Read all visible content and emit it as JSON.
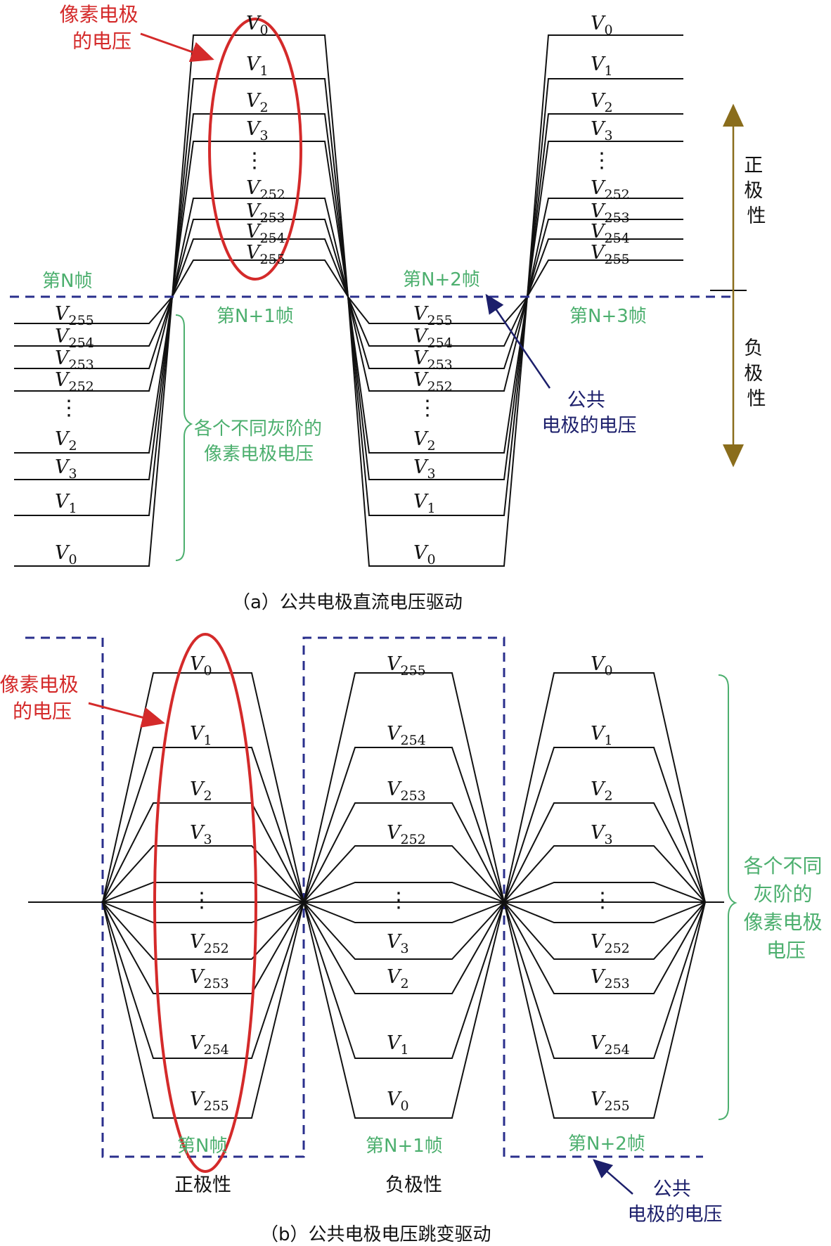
{
  "colors": {
    "wave": "#111111",
    "pixel_voltage": "#d42a2a",
    "grayscale_label": "#4caf6e",
    "common_electrode": "#2a2f8c",
    "polarity_arrow": "#8a6d1c"
  },
  "panel_a": {
    "caption": "（a）公共电极直流电压驱动",
    "pixel_voltage_label_line1": "像素电极",
    "pixel_voltage_label_line2": "的电压",
    "frame_labels": [
      "第N帧",
      "第N+1帧",
      "第N+2帧",
      "第N+3帧"
    ],
    "grayscale_label_line1": "各个不同灰阶的",
    "grayscale_label_line2": "像素电极电压",
    "common_label_line1": "公共",
    "common_label_line2": "电极的电压",
    "positive_polarity": [
      "正",
      "极",
      "性"
    ],
    "negative_polarity": [
      "负",
      "极",
      "性"
    ],
    "positive_levels": [
      {
        "base": "V",
        "sub": "0"
      },
      {
        "base": "V",
        "sub": "1"
      },
      {
        "base": "V",
        "sub": "2"
      },
      {
        "base": "V",
        "sub": "3"
      },
      {
        "base": "V",
        "sub": "252"
      },
      {
        "base": "V",
        "sub": "253"
      },
      {
        "base": "V",
        "sub": "254"
      },
      {
        "base": "V",
        "sub": "255"
      }
    ],
    "negative_levels": [
      {
        "base": "V",
        "sub": "255"
      },
      {
        "base": "V",
        "sub": "254"
      },
      {
        "base": "V",
        "sub": "253"
      },
      {
        "base": "V",
        "sub": "252"
      },
      {
        "base": "V",
        "sub": "2"
      },
      {
        "base": "V",
        "sub": "3"
      },
      {
        "base": "V",
        "sub": "1"
      },
      {
        "base": "V",
        "sub": "0"
      }
    ],
    "ellipsis": "⋮"
  },
  "panel_b": {
    "caption": "（b）公共电极电压跳变驱动",
    "pixel_voltage_label_line1": "像素电极",
    "pixel_voltage_label_line2": "的电压",
    "frame_labels": [
      "第N帧",
      "第N+1帧",
      "第N+2帧"
    ],
    "polarity_labels": [
      "正极性",
      "负极性"
    ],
    "grayscale_label": [
      "各个不同",
      "灰阶的",
      "像素电极",
      "电压"
    ],
    "common_label_line1": "公共",
    "common_label_line2": "电极的电压",
    "frame_positive_levels": [
      {
        "base": "V",
        "sub": "0"
      },
      {
        "base": "V",
        "sub": "1"
      },
      {
        "base": "V",
        "sub": "2"
      },
      {
        "base": "V",
        "sub": "3"
      },
      {
        "base": "V",
        "sub": "252"
      },
      {
        "base": "V",
        "sub": "253"
      },
      {
        "base": "V",
        "sub": "254"
      },
      {
        "base": "V",
        "sub": "255"
      }
    ],
    "frame_negative_levels": [
      {
        "base": "V",
        "sub": "255"
      },
      {
        "base": "V",
        "sub": "254"
      },
      {
        "base": "V",
        "sub": "253"
      },
      {
        "base": "V",
        "sub": "252"
      },
      {
        "base": "V",
        "sub": "3"
      },
      {
        "base": "V",
        "sub": "2"
      },
      {
        "base": "V",
        "sub": "1"
      },
      {
        "base": "V",
        "sub": "0"
      }
    ],
    "ellipsis": "⋮"
  }
}
